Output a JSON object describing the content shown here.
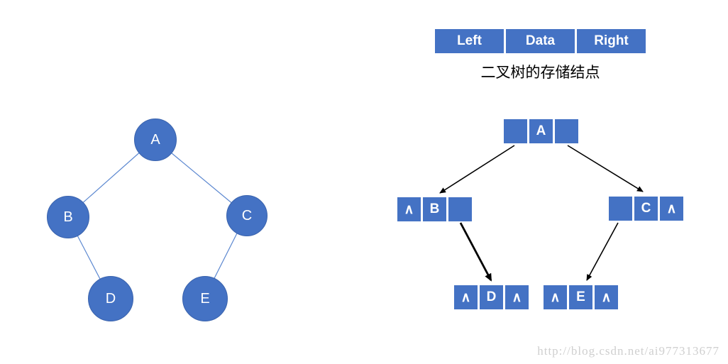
{
  "colors": {
    "node_blue": "#4472c4",
    "edge_blue": "#5b87d0",
    "arrow_black": "#000000",
    "watermark_gray": "#cfcfcf"
  },
  "tree": {
    "nodes": [
      {
        "id": "A",
        "label": "A"
      },
      {
        "id": "B",
        "label": "B"
      },
      {
        "id": "C",
        "label": "C"
      },
      {
        "id": "D",
        "label": "D"
      },
      {
        "id": "E",
        "label": "E"
      }
    ],
    "edges": [
      "A-B",
      "A-C",
      "B-D",
      "C-E"
    ]
  },
  "storage": {
    "header": {
      "left": "Left",
      "data": "Data",
      "right": "Right"
    },
    "caption": "二叉树的存储结点",
    "null_symbol": "∧",
    "nodes": [
      {
        "id": "A",
        "left": "",
        "data": "A",
        "right": ""
      },
      {
        "id": "B",
        "left": "∧",
        "data": "B",
        "right": ""
      },
      {
        "id": "C",
        "left": "",
        "data": "C",
        "right": "∧"
      },
      {
        "id": "D",
        "left": "∧",
        "data": "D",
        "right": "∧"
      },
      {
        "id": "E",
        "left": "∧",
        "data": "E",
        "right": "∧"
      }
    ],
    "pointer_arrows": [
      "A.left→B",
      "A.right→C",
      "B.right→D",
      "C.left→E"
    ]
  },
  "watermark": "http://blog.csdn.net/ai977313677"
}
